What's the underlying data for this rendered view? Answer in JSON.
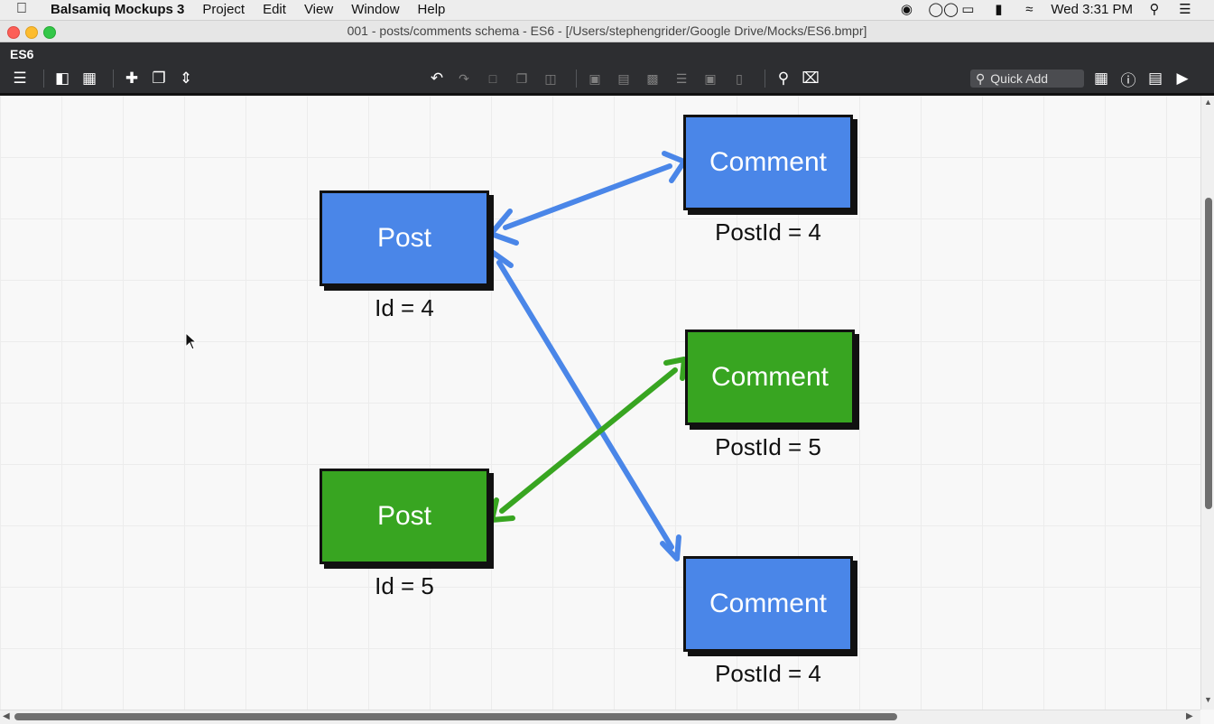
{
  "menubar": {
    "app_name": "Balsamiq Mockups 3",
    "items": [
      "Project",
      "Edit",
      "View",
      "Window",
      "Help"
    ],
    "clock": "Wed 3:31 PM"
  },
  "window": {
    "title": "001 - posts/comments schema - ES6 - [/Users/stephengrider/Google Drive/Mocks/ES6.bmpr]"
  },
  "app": {
    "project_name": "ES6",
    "quick_add_placeholder": "Quick Add"
  },
  "diagram": {
    "posts": [
      {
        "label": "Post",
        "caption": "Id = 4",
        "color": "#4a86e8"
      },
      {
        "label": "Post",
        "caption": "Id = 5",
        "color": "#38a521"
      }
    ],
    "comments": [
      {
        "label": "Comment",
        "caption": "PostId = 4",
        "color": "#4a86e8"
      },
      {
        "label": "Comment",
        "caption": "PostId = 5",
        "color": "#38a521"
      },
      {
        "label": "Comment",
        "caption": "PostId = 4",
        "color": "#4a86e8"
      }
    ],
    "arrow_colors": {
      "blue": "#4a86e8",
      "green": "#38a521"
    }
  }
}
